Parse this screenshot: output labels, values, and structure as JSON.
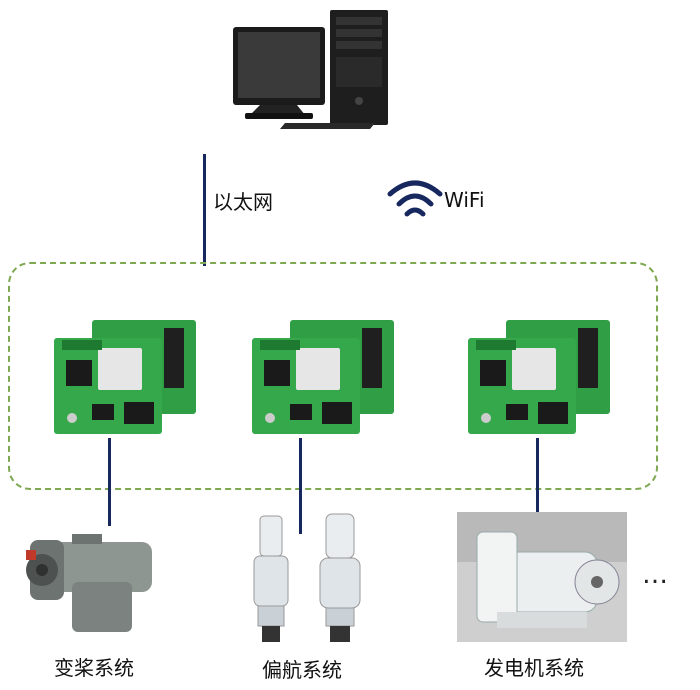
{
  "network": {
    "ethernet_label": "以太网",
    "wifi_label": "WiFi"
  },
  "systems": [
    {
      "label": "变桨系统"
    },
    {
      "label": "偏航系统"
    },
    {
      "label": "发电机系统"
    }
  ],
  "more_indicator": "…",
  "colors": {
    "line": "#17285e",
    "dashed_border": "#7ea852",
    "pcb_green": "#2f9e44",
    "pcb_dark": "#1f7a31",
    "motor_gray": "#8e9692",
    "gearbox_white": "#e9edf0"
  }
}
